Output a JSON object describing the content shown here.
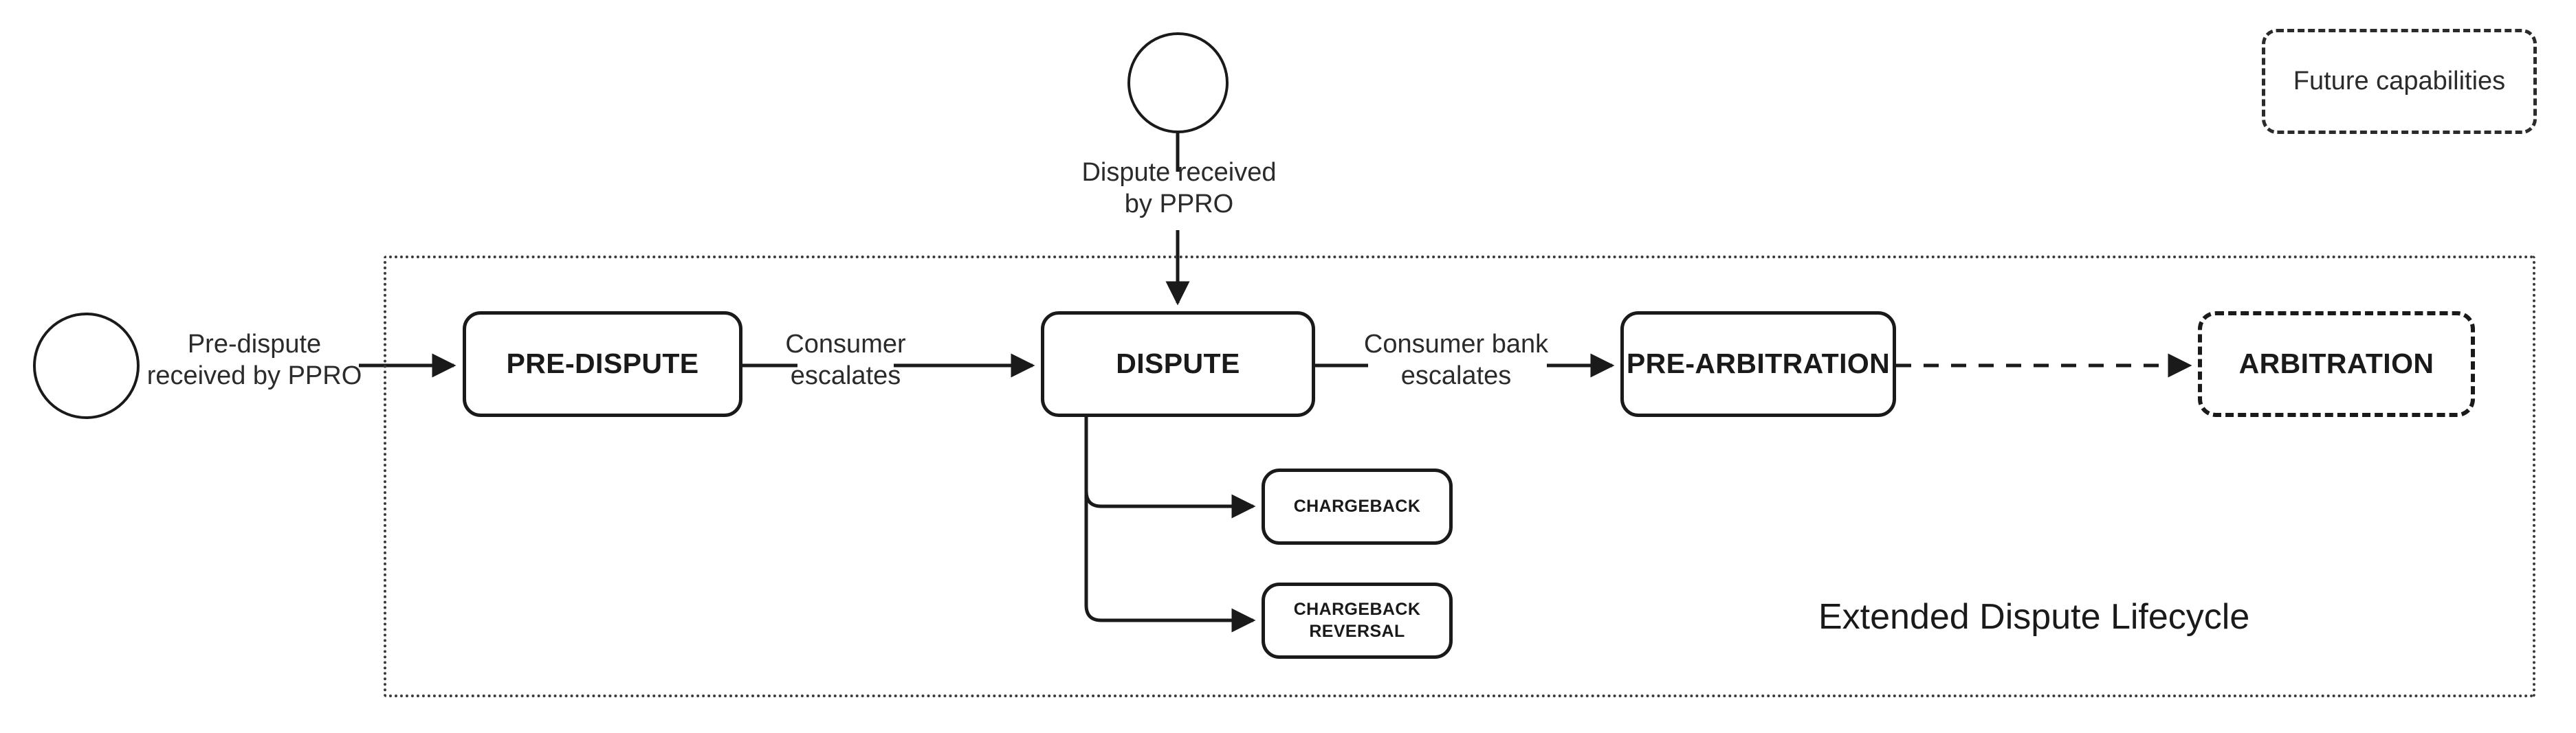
{
  "diagram": {
    "title": "Extended Dispute Lifecycle",
    "legend": {
      "future_capabilities_label": "Future capabilities"
    },
    "start_events": [
      {
        "id": "pre-dispute-start",
        "label": "Pre-dispute\nreceived by PPRO"
      },
      {
        "id": "dispute-start",
        "label": "Dispute received\nby PPRO"
      }
    ],
    "nodes": [
      {
        "id": "pre-dispute",
        "label": "PRE-DISPUTE",
        "style": "solid"
      },
      {
        "id": "dispute",
        "label": "DISPUTE",
        "style": "solid"
      },
      {
        "id": "pre-arbitration",
        "label": "PRE-ARBITRATION",
        "style": "solid"
      },
      {
        "id": "arbitration",
        "label": "ARBITRATION",
        "style": "dashed"
      },
      {
        "id": "chargeback",
        "label": "CHARGEBACK",
        "style": "solid"
      },
      {
        "id": "chargeback-reversal",
        "label": "CHARGEBACK\nREVERSAL",
        "style": "solid"
      }
    ],
    "edges": [
      {
        "id": "e1",
        "from": "pre-dispute-start",
        "to": "pre-dispute",
        "label": ""
      },
      {
        "id": "e2",
        "from": "pre-dispute",
        "to": "dispute",
        "label": "Consumer\nescalates"
      },
      {
        "id": "e3",
        "from": "dispute-start",
        "to": "dispute",
        "label": ""
      },
      {
        "id": "e4",
        "from": "dispute",
        "to": "pre-arbitration",
        "label": "Consumer bank\nescalates"
      },
      {
        "id": "e5",
        "from": "pre-arbitration",
        "to": "arbitration",
        "label": "",
        "style": "dashed"
      },
      {
        "id": "e6",
        "from": "dispute",
        "to": "chargeback",
        "label": ""
      },
      {
        "id": "e7",
        "from": "dispute",
        "to": "chargeback-reversal",
        "label": ""
      }
    ],
    "colors": {
      "stroke": "#1a1a1a",
      "text": "#2b2b2b",
      "background": "#ffffff",
      "group_border": "#3a3a3a"
    }
  }
}
